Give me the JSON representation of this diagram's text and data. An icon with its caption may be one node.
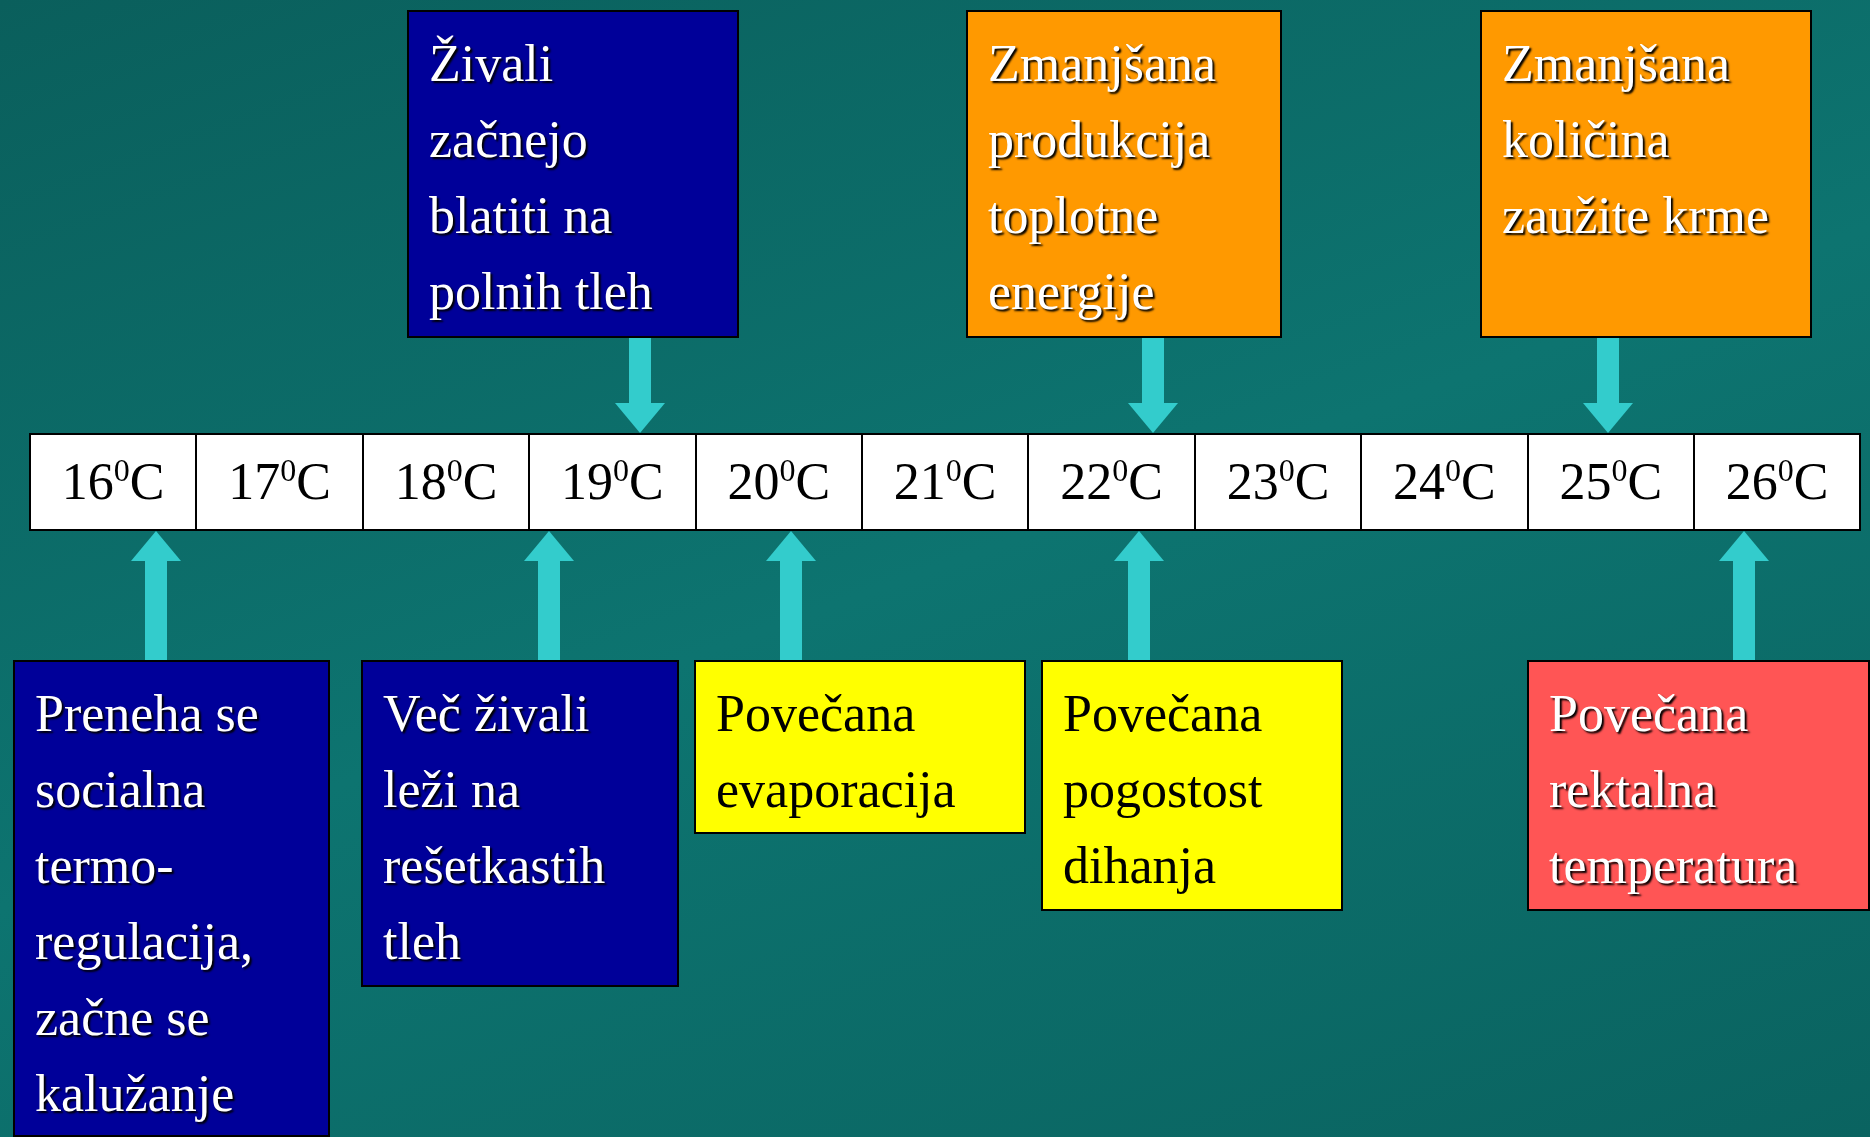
{
  "diagram": {
    "nodes": [
      {
        "text": [
          "Živali začnejo blatiti na polnih tleh"
        ]
      },
      {
        "text": [
          "Zmanjšana produkcija toplotne energije"
        ]
      },
      {
        "text": [
          "Zmanjšana količina zaužite krme"
        ]
      },
      {
        "text": [
          "16$^{0}$C"
        ]
      },
      {
        "text": [
          "17$^{0}$C"
        ]
      },
      {
        "text": [
          "18$^{0}$C"
        ]
      },
      {
        "text": [
          "19$^{0}$C"
        ]
      },
      {
        "text": [
          "20$^{0}$C"
        ]
      },
      {
        "text": [
          "21$^{0}$C"
        ]
      },
      {
        "text": [
          "22$^{0}$C"
        ]
      },
      {
        "text": [
          "23$^{0}$C"
        ]
      },
      {
        "text": [
          "24$^{0}$C"
        ]
      },
      {
        "text": [
          "25$^{0}$C"
        ]
      },
      {
        "text": [
          "26$^{0}$C"
        ]
      },
      {
        "text": [
          "Preneha se socialna termo-regulacija, začne se kalužanje"
        ]
      },
      {
        "text": [
          "Več živali leži na rešetkastih tleh"
        ]
      },
      {
        "text": [
          "Povečana evaporacija"
        ]
      },
      {
        "text": [
          "Povečana pogostost dihanja"
        ]
      },
      {
        "text": [
          "Povečana rektalna temperatura"
        ]
      }
    ],
    "edges": [
      {
        "from": 0,
        "to": 6,
        "arrow": "to"
      },
      {
        "from": 1,
        "to": 9,
        "arrow": "to"
      },
      {
        "from": 2,
        "to": 12,
        "arrow": "to"
      },
      {
        "from": 14,
        "to": 3,
        "arrow": "to"
      },
      {
        "from": 15,
        "to": 6,
        "arrow": "to"
      },
      {
        "from": 16,
        "to": 7,
        "arrow": "to"
      },
      {
        "from": 17,
        "to": 9,
        "arrow": "to"
      },
      {
        "from": 18,
        "to": 13,
        "arrow": "to"
      }
    ]
  }
}
